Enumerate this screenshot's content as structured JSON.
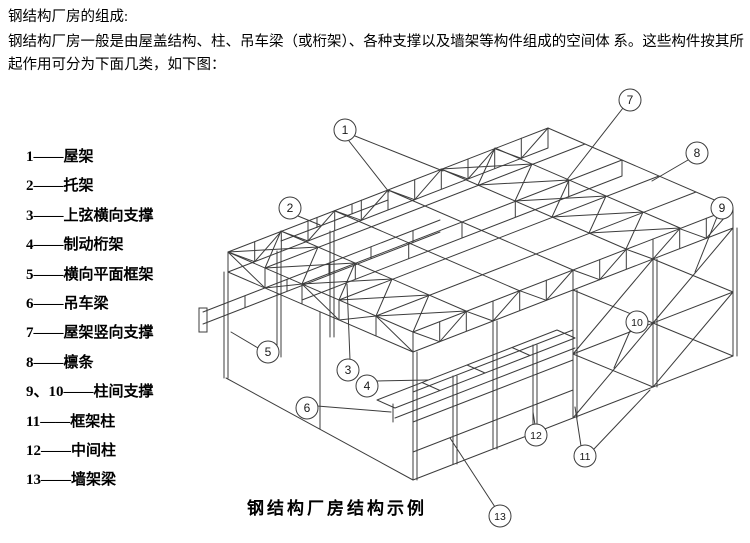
{
  "intro": {
    "heading": "钢结构厂房的组成:",
    "paragraph": "钢结构厂房一般是由屋盖结构、柱、吊车梁（或桁架）、各种支撑以及墙架等构件组成的空间体 系。这些构件按其所起作用可分为下面几类，如下图："
  },
  "legend": {
    "separator": "——",
    "items": [
      {
        "num": "1",
        "label": "屋架"
      },
      {
        "num": "2",
        "label": "托架"
      },
      {
        "num": "3",
        "label": "上弦横向支撑"
      },
      {
        "num": "4",
        "label": "制动桁架"
      },
      {
        "num": "5",
        "label": "横向平面框架"
      },
      {
        "num": "6",
        "label": "吊车梁"
      },
      {
        "num": "7",
        "label": "屋架竖向支撑"
      },
      {
        "num": "8",
        "label": "檩条"
      },
      {
        "num": "9、10",
        "label": "柱间支撑"
      },
      {
        "num": "11",
        "label": "框架柱"
      },
      {
        "num": "12",
        "label": "中间柱"
      },
      {
        "num": "13",
        "label": "墙架梁"
      }
    ]
  },
  "figure": {
    "caption": "钢结构厂房结构示例",
    "callouts": [
      "1",
      "2",
      "3",
      "4",
      "5",
      "6",
      "7",
      "8",
      "9",
      "10",
      "11",
      "12",
      "13"
    ],
    "line_color": "#3c3c3c"
  }
}
